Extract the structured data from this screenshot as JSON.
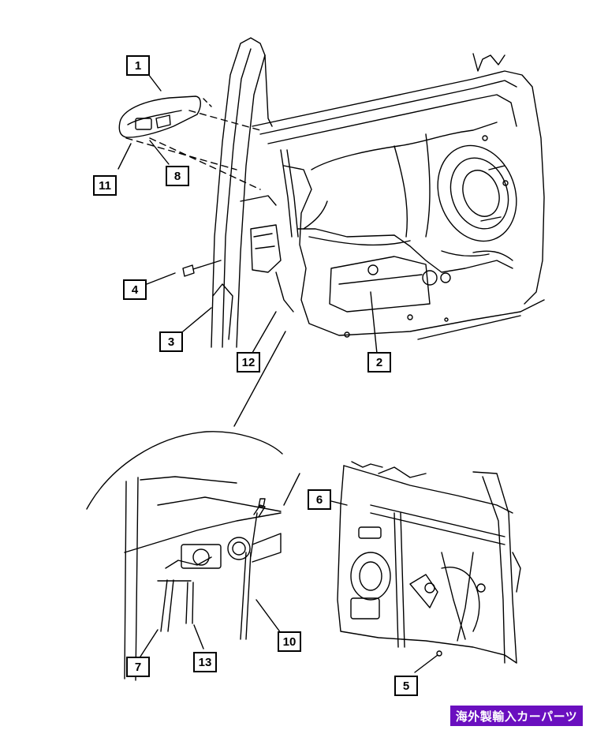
{
  "callouts": {
    "c1": "1",
    "c2": "2",
    "c3": "3",
    "c4": "4",
    "c5": "5",
    "c6": "6",
    "c7": "7",
    "c8": "8",
    "c10": "10",
    "c11": "11",
    "c12": "12",
    "c13": "13"
  },
  "watermark": "海外製輸入カーパーツ"
}
